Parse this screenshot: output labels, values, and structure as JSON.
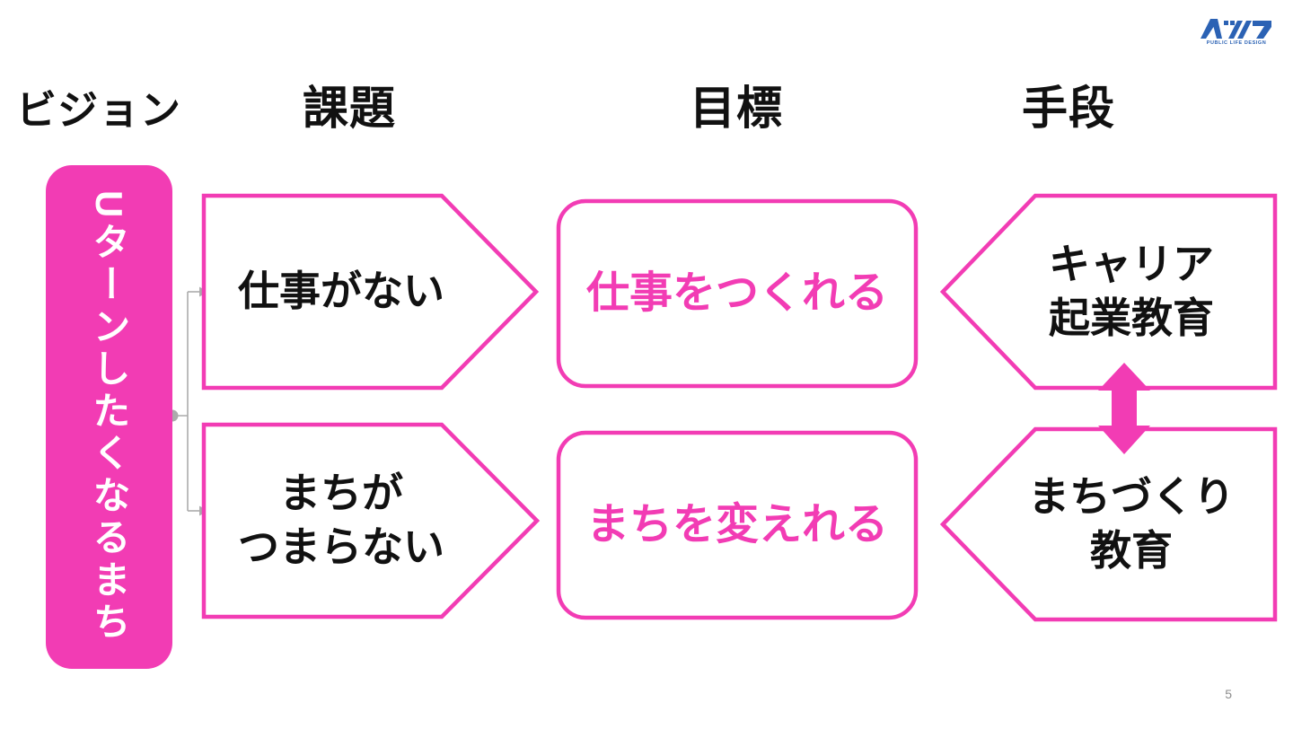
{
  "slide": {
    "page_number": "5"
  },
  "colors": {
    "accent_pink": "#F23CB4",
    "connector_gray": "#A9A9A9",
    "logo_blue": "#2B62B4",
    "text_black": "#111111",
    "white": "#FFFFFF"
  },
  "header": {
    "columns": [
      {
        "label": "ビジョン"
      },
      {
        "label": "課題"
      },
      {
        "label": "目標"
      },
      {
        "label": "手段"
      }
    ]
  },
  "vision": {
    "label": "Uターンしたくなるまち"
  },
  "rows": [
    {
      "problem": "仕事がない",
      "goal": "仕事をつくれる",
      "means": "キャリア\n起業教育"
    },
    {
      "problem": "まちが\nつまらない",
      "goal": "まちを変えれる",
      "means": "まちづくり\n教育"
    }
  ],
  "logo": {
    "tagline": "PUBLIC LIFE DESIGN"
  }
}
